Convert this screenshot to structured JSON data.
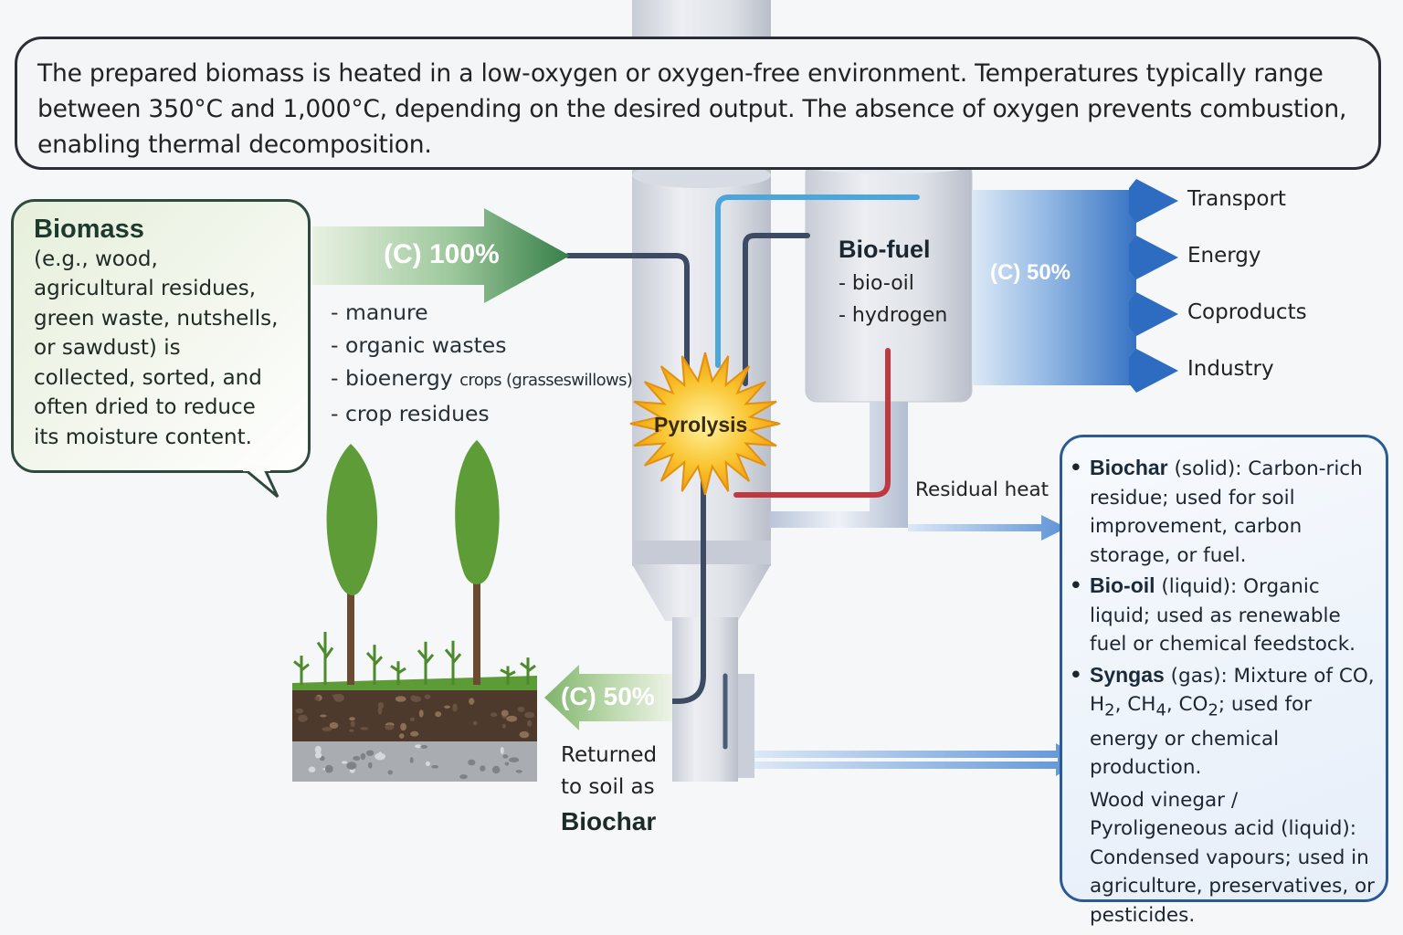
{
  "description": "The prepared biomass is heated in a low-oxygen or oxygen-free environment. Temperatures typically range between 350°C and 1,000°C, depending on the desired output. The absence of oxygen prevents combustion, enabling thermal decomposition.",
  "biomass": {
    "title": "Biomass",
    "lines": [
      "(e.g., wood,",
      "agricultural residues,",
      "green waste, nutshells,",
      "or sawdust) is",
      "collected, sorted, and",
      "often dried to reduce",
      "its moisture content."
    ]
  },
  "input": {
    "carbon_label": "(C) 100%",
    "feedstocks": [
      "- manure",
      "- organic wastes",
      "- bioenergy",
      "crops (grasseswillows)",
      "- crop residues"
    ]
  },
  "reactor": {
    "label": "Pyrolysis"
  },
  "biofuel": {
    "title": "Bio-fuel",
    "items": [
      "- bio-oil",
      "- hydrogen"
    ],
    "carbon_label": "(C) 50%",
    "outputs": [
      "Transport",
      "Energy",
      "Coproducts",
      "Industry"
    ]
  },
  "residual_heat": "Residual heat",
  "soil": {
    "carbon_label": "(C) 50%",
    "caption_lines": [
      "Returned",
      "to soil as"
    ],
    "caption_bold": "Biochar"
  },
  "products": {
    "biochar": {
      "name": "Biochar",
      "rest": " (solid): Carbon-rich residue; used for soil improvement, carbon storage, or fuel."
    },
    "biooil": {
      "name": "Bio-oil",
      "rest": " (liquid): Organic liquid; used as renewable fuel or chemical feedstock."
    },
    "syngas": {
      "name": "Syngas",
      "rest_a": " (gas): Mixture of CO, H",
      "sub1": "2",
      "rest_b": ", CH",
      "sub2": "4",
      "rest_c": ", CO",
      "sub3": "2",
      "rest_d": "; used for energy or chemical production."
    },
    "vinegar": "Wood vinegar / Pyroligeneous acid (liquid): Condensed vapours; used in agriculture, preservatives, or pesticides."
  },
  "colors": {
    "green_arrow": "#3f8a4f",
    "blue_arrow": "#2f6fc1",
    "hot_pipe": "#c0393f",
    "cold_pipe": "#4da6d9",
    "dark_pipe": "#3c4a63",
    "sun": "#f5b51f"
  }
}
